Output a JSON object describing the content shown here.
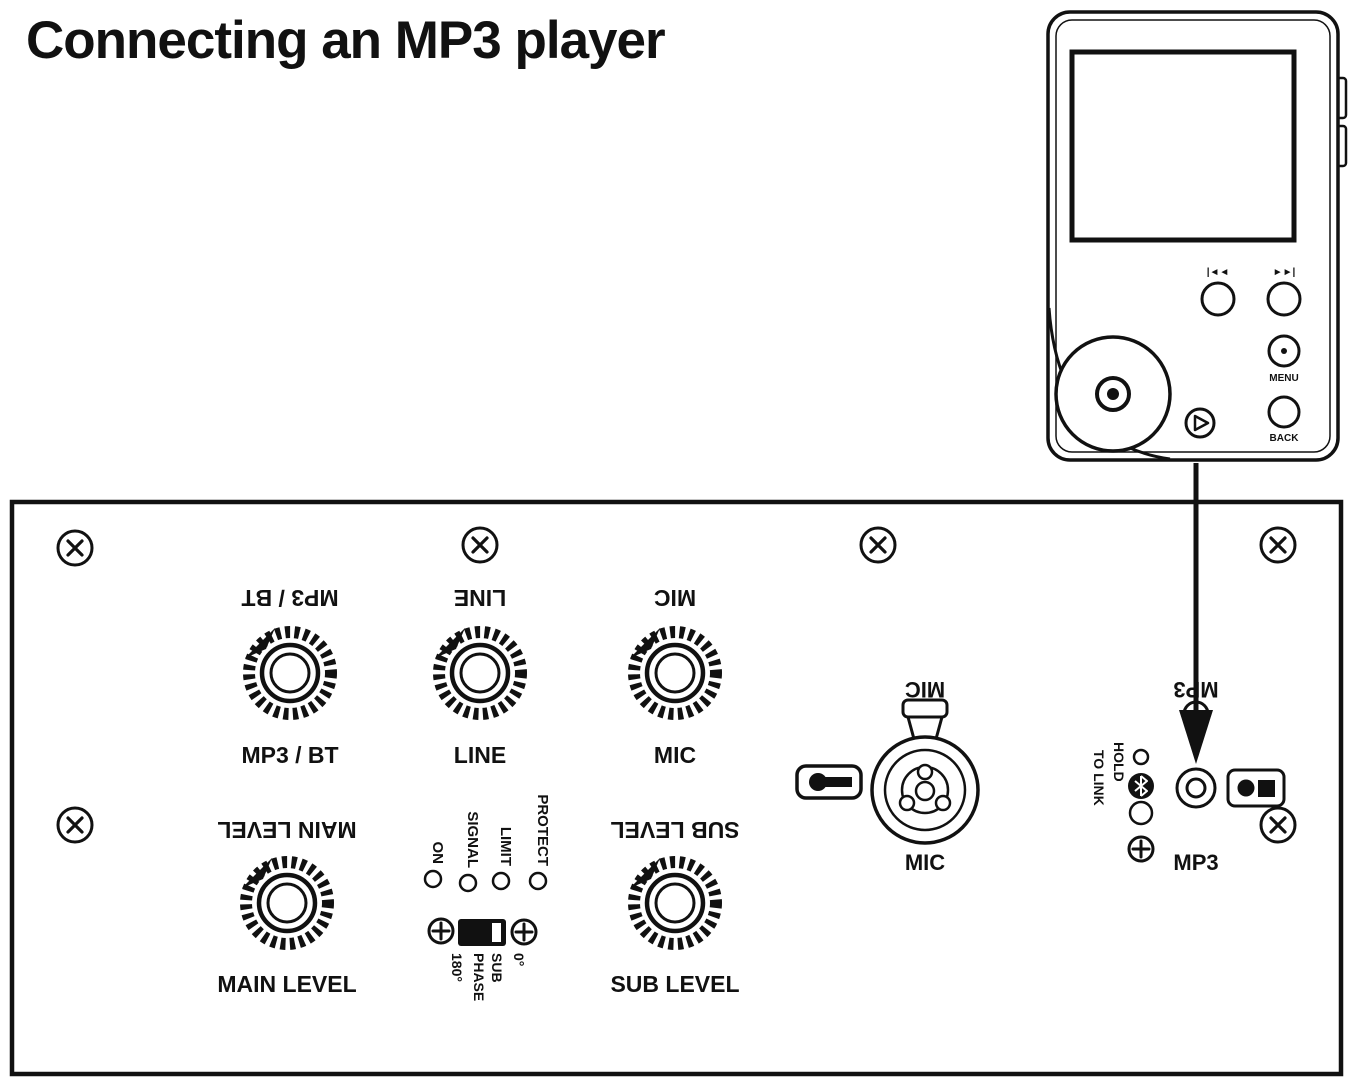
{
  "title": "Connecting an MP3 player",
  "player": {
    "prev_label": "|◄◄",
    "next_label": "►►|",
    "menu_label": "MENU",
    "back_label": "BACK"
  },
  "panel": {
    "knobs": [
      {
        "label": "MP3 / BT"
      },
      {
        "label": "LINE"
      },
      {
        "label": "MIC"
      },
      {
        "label": "MAIN LEVEL"
      },
      {
        "label": "SUB LEVEL"
      }
    ],
    "leds": [
      "ON",
      "SIGNAL",
      "LIMIT",
      "PROTECT"
    ],
    "phase_switch": {
      "zero": "0°",
      "sub": "SUB",
      "phase": "PHASE",
      "one_eighty": "180°"
    },
    "mic_jack": {
      "label": "MIC"
    },
    "mp3_jack": {
      "label": "MP3",
      "hold_label": "HOLD",
      "to_link_label": "TO LINK"
    }
  }
}
